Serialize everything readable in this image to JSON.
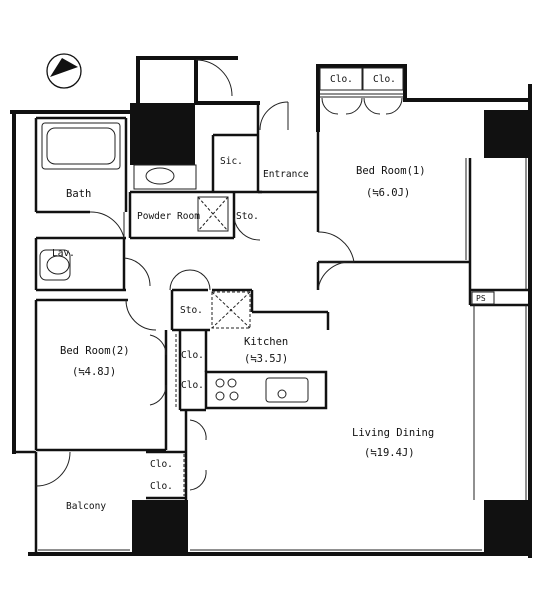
{
  "colors": {
    "wall": "#111111",
    "background": "#ffffff",
    "line": "#222222"
  },
  "compass": {
    "icon": "north-arrow-icon"
  },
  "rooms": {
    "bath": "Bath",
    "lav": "Lav.",
    "powder_room": "Powder Room",
    "sto_hall": "Sto.",
    "sic": "Sic.",
    "entrance": "Entrance",
    "clo_top_left": "Clo.",
    "clo_top_right": "Clo.",
    "bed1_name": "Bed Room(1)",
    "bed1_size": "(≒6.0J)",
    "bed2_name": "Bed Room(2)",
    "bed2_size": "(≒4.8J)",
    "sto_kitchen": "Sto.",
    "kitchen_name": "Kitchen",
    "kitchen_size": "(≒3.5J)",
    "clo_bed2_upper": "Clo.",
    "clo_bed2_lower": "Clo.",
    "living_name": "Living Dining",
    "living_size": "(≒19.4J)",
    "clo_balcony_upper": "Clo.",
    "clo_balcony_lower": "Clo.",
    "balcony": "Balcony",
    "ps": "PS"
  }
}
